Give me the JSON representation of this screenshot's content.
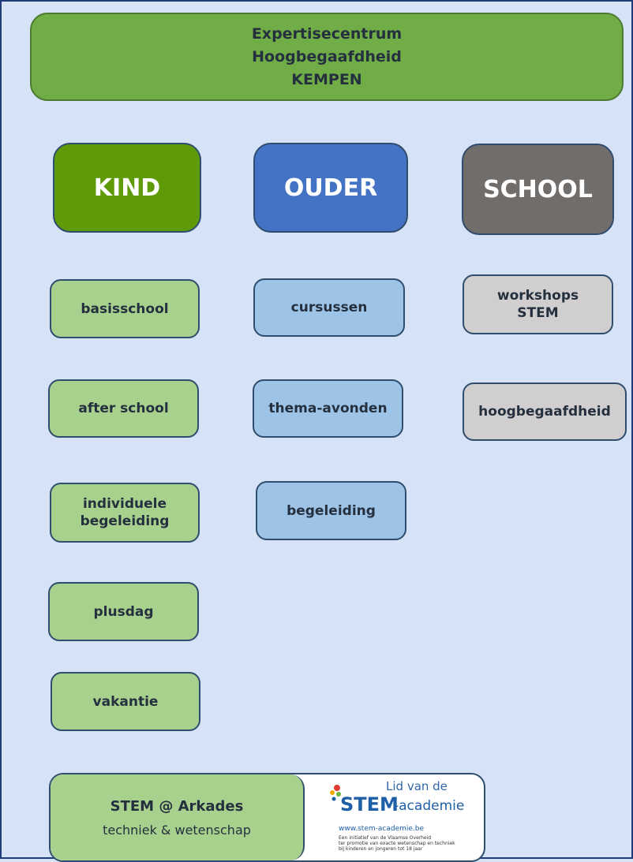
{
  "header": {
    "title": "Expertisecentrum\nHoogbegaafdheid\nKEMPEN"
  },
  "columns": [
    {
      "label": "KIND",
      "items": [
        "basisschool",
        "after school",
        "individuele\nbegeleiding",
        "plusdag",
        "vakantie"
      ]
    },
    {
      "label": "OUDER",
      "items": [
        "cursussen",
        "thema-avonden",
        "begeleiding"
      ]
    },
    {
      "label": "SCHOOL",
      "items": [
        "workshops\nSTEM",
        "hoogbegaafdheid"
      ]
    }
  ],
  "footer": {
    "title": "STEM @ Arkades",
    "subtitle": "techniek & wetenschap",
    "logo": {
      "lid": "Lid van de",
      "stem": "STEM",
      "academie": "-academie",
      "url": "www.stem-academie.be",
      "text": "Een initiatief van de Vlaamse Overheid\nter promotie van exacte wetenschap en techniek\nbij kinderen en jongeren tot 18 jaar"
    }
  },
  "colors": {
    "kind": "#5f9a09",
    "ouder": "#4472c4",
    "school": "#716d6b",
    "header": "#70ad47",
    "background": "#d6e2f5"
  }
}
